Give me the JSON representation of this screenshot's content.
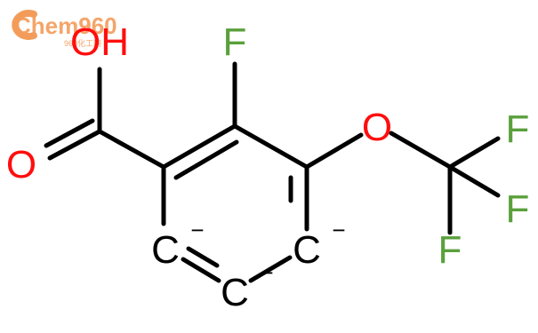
{
  "watermark": {
    "brand": "Chem960",
    "tagline": "960化工网",
    "color": "#f39c5a"
  },
  "molecule": {
    "atoms": {
      "oh": "OH",
      "o_carbonyl": "O",
      "f_ring": "F",
      "o_ether": "O",
      "f1": "F",
      "f2": "F",
      "f3": "F",
      "c_left": "C",
      "c_left_charge": "−",
      "c_bottom": "C",
      "c_bottom_charge": "−",
      "c_right": "C",
      "c_right_charge": "−"
    },
    "colors": {
      "bond": "#000000",
      "oxygen": "#ff0d0d",
      "fluorine": "#5aa03c",
      "carbon": "#000000"
    }
  }
}
